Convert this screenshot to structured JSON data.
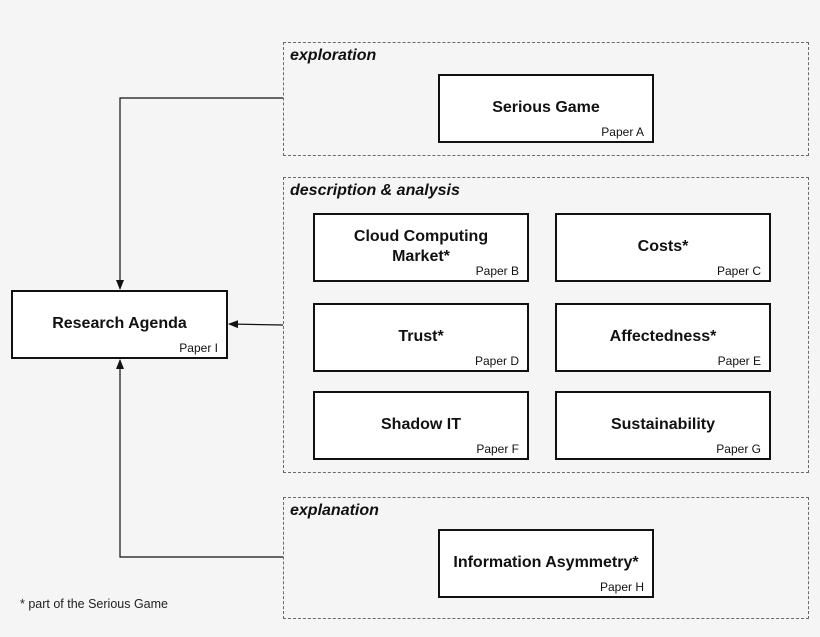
{
  "groups": {
    "exploration": {
      "label": "exploration"
    },
    "description": {
      "label": "description & analysis"
    },
    "explanation": {
      "label": "explanation"
    }
  },
  "boxes": {
    "research_agenda": {
      "title": "Research Agenda",
      "paper": "Paper I"
    },
    "serious_game": {
      "title": "Serious Game",
      "paper": "Paper A"
    },
    "cloud_market": {
      "title_line1": "Cloud Computing",
      "title_line2": "Market*",
      "paper": "Paper B"
    },
    "costs": {
      "title": "Costs*",
      "paper": "Paper C"
    },
    "trust": {
      "title": "Trust*",
      "paper": "Paper D"
    },
    "affectedness": {
      "title": "Affectedness*",
      "paper": "Paper E"
    },
    "shadow_it": {
      "title": "Shadow IT",
      "paper": "Paper F"
    },
    "sustainability": {
      "title": "Sustainability",
      "paper": "Paper G"
    },
    "info_asymmetry": {
      "title": "Information Asymmetry*",
      "paper": "Paper H"
    }
  },
  "footnote": "* part of the Serious Game"
}
